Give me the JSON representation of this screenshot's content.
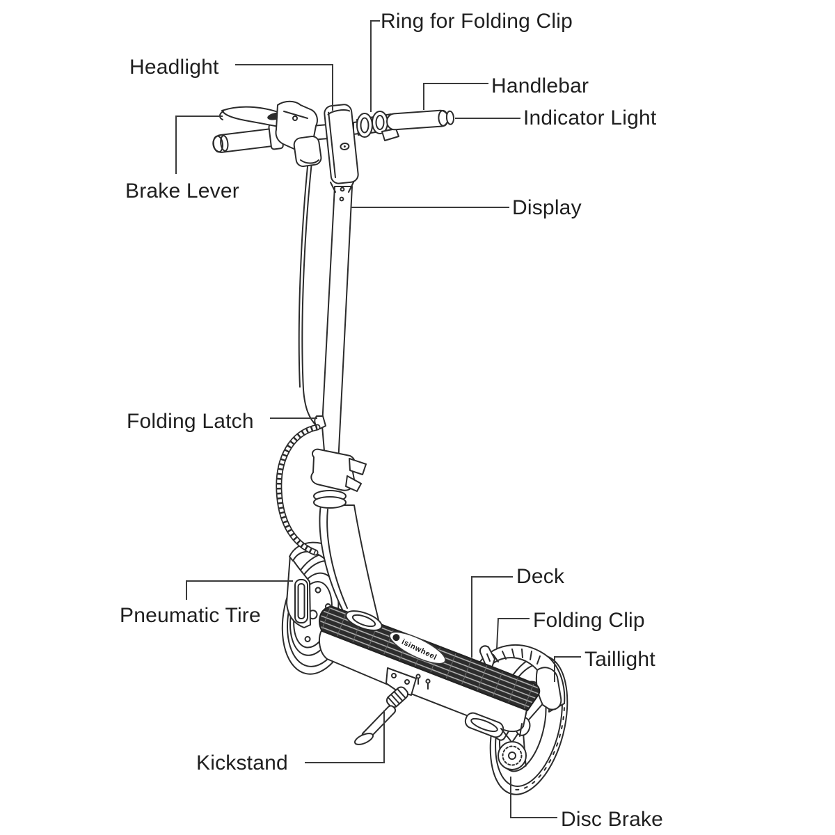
{
  "diagram": {
    "labels": {
      "ring_for_folding_clip": "Ring for Folding Clip",
      "headlight": "Headlight",
      "handlebar": "Handlebar",
      "indicator_light": "Indicator Light",
      "brake_lever": "Brake Lever",
      "display": "Display",
      "folding_latch": "Folding Latch",
      "pneumatic_tire": "Pneumatic Tire",
      "deck": "Deck",
      "folding_clip": "Folding Clip",
      "taillight": "Taillight",
      "kickstand": "Kickstand",
      "disc_brake": "Disc Brake"
    },
    "deck_logo_text": "isinwheel",
    "colors": {
      "line": "#2b2b2b",
      "label_text": "#1f1f1f",
      "background": "#ffffff",
      "grip_dark": "#2d2d2d"
    }
  }
}
